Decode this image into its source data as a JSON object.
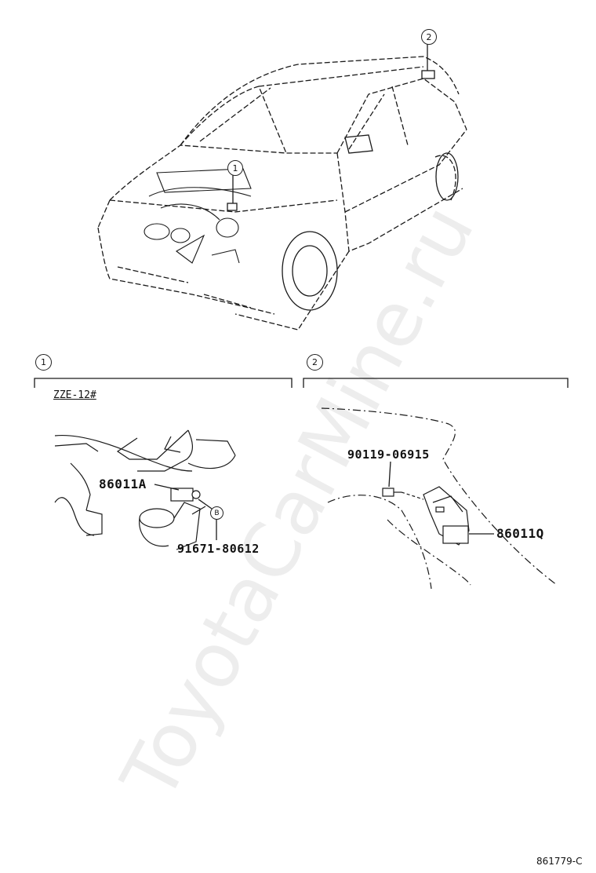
{
  "watermark": "ToyotaCarMine.ru",
  "overview": {
    "callout_1": "1",
    "callout_2": "2"
  },
  "panel_1": {
    "number": "1",
    "variant": "ZZE-12#",
    "parts": {
      "sensor": "86011A",
      "bolt": "91671-80612",
      "bolt_callout": "B"
    }
  },
  "panel_2": {
    "number": "2",
    "parts": {
      "screw": "90119-06915",
      "sensor": "86011Q"
    }
  },
  "figure_code": "861779-C"
}
